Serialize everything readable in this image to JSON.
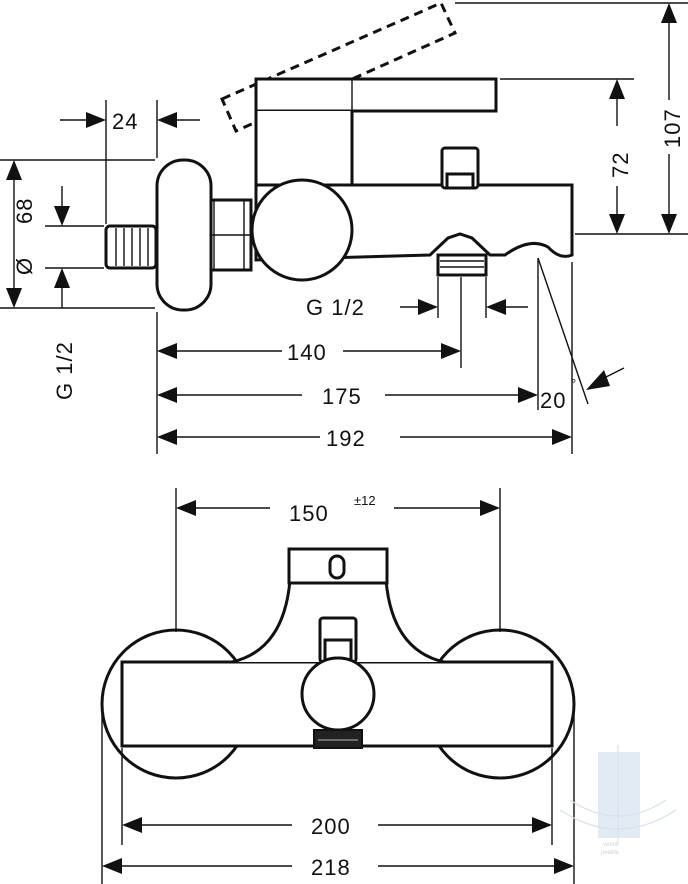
{
  "side_view": {
    "dim_24": "24",
    "dim_68": "68",
    "dim_diameter": "Ø",
    "dim_g12_vertical": "G 1/2",
    "dim_g12_outlet": "G 1/2",
    "dim_140": "140",
    "dim_175": "175",
    "dim_192": "192",
    "dim_72": "72",
    "dim_107": "107",
    "dim_angle": "20",
    "dim_angle_unit": "°"
  },
  "front_view": {
    "dim_150": "150",
    "dim_150_tol": "±12",
    "dim_200": "200",
    "dim_218": "218"
  },
  "watermark": {
    "line1": "venni",
    "line2": "peeble"
  }
}
